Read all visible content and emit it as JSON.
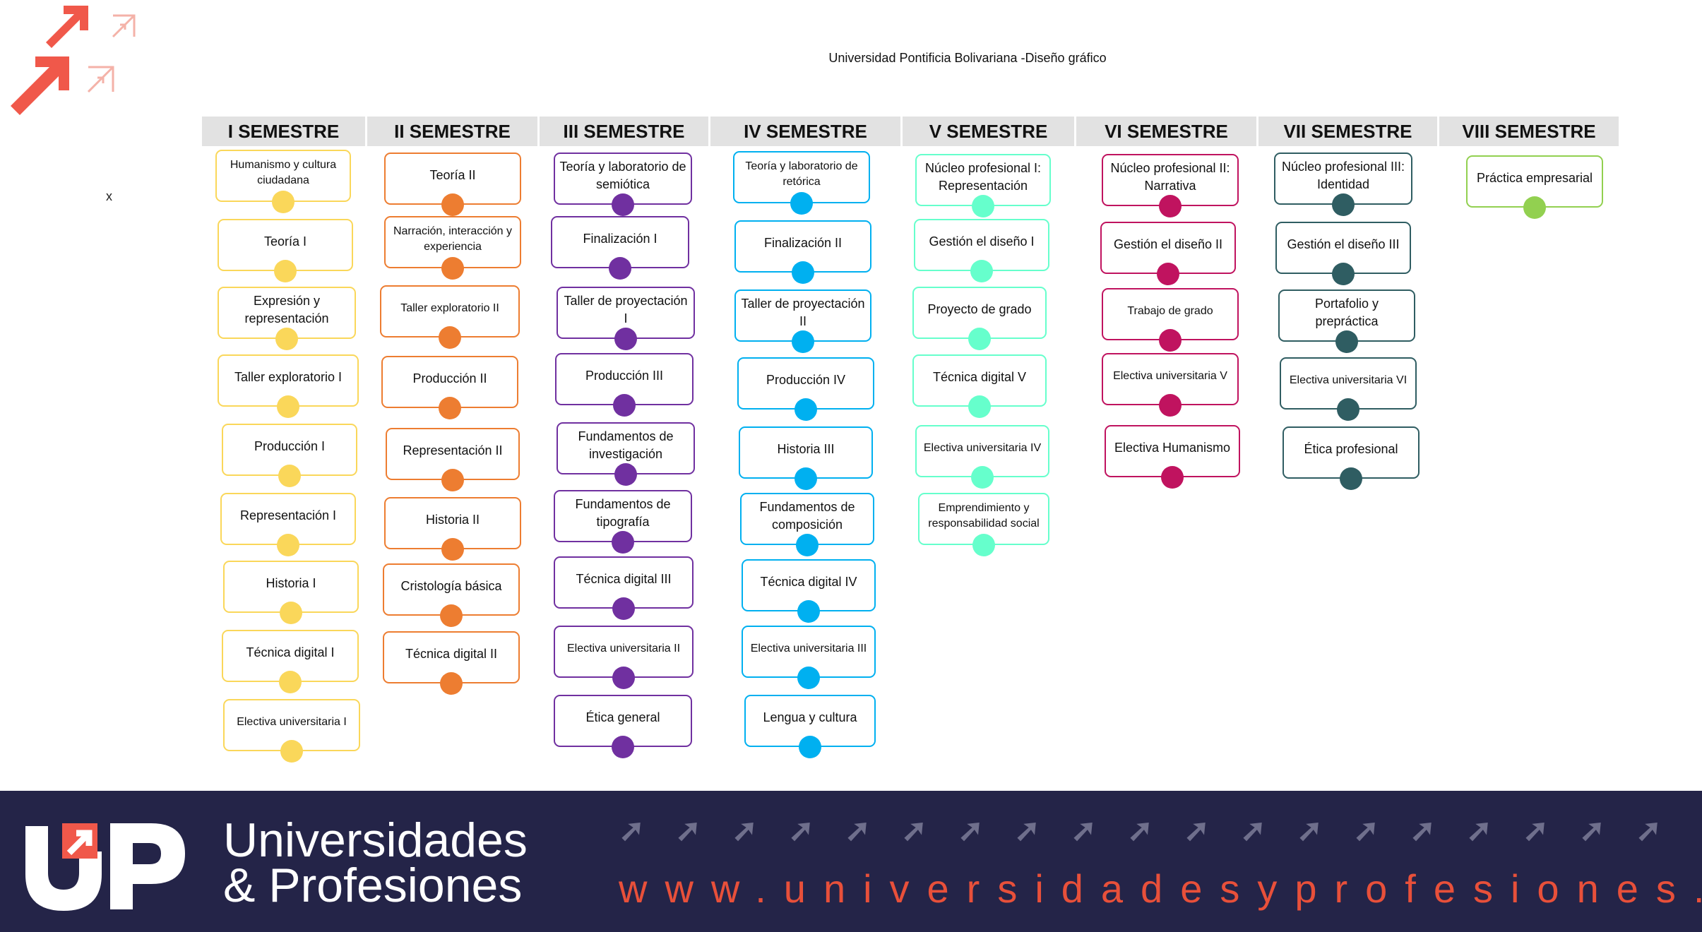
{
  "title": "Universidad Pontificia Bolivariana -Diseño gráfico",
  "stray_mark": "x",
  "semesters": [
    {
      "header": "I SEMESTRE",
      "color": "#fad75a",
      "courses": [
        "Humanismo y cultura ciudadana",
        "Teoría I",
        "Expresión y representación",
        "Taller exploratorio I",
        "Producción I",
        "Representación I",
        "Historia I",
        "Técnica digital I",
        "Electiva universitaria I"
      ]
    },
    {
      "header": "II SEMESTRE",
      "color": "#ed7d31",
      "courses": [
        "Teoría II",
        "Narración, interacción y experiencia",
        "Taller exploratorio II",
        "Producción II",
        "Representación II",
        "Historia II",
        "Cristología básica",
        "Técnica digital II"
      ]
    },
    {
      "header": "III SEMESTRE",
      "color": "#7030a0",
      "courses": [
        "Teoría y laboratorio de semiótica",
        "Finalización I",
        "Taller de proyectación I",
        "Producción III",
        "Fundamentos de investigación",
        "Fundamentos de tipografía",
        "Técnica digital III",
        "Electiva universitaria II",
        "Ética general"
      ]
    },
    {
      "header": "IV SEMESTRE",
      "color": "#00b0f0",
      "courses": [
        "Teoría y laboratorio de retórica",
        "Finalización II",
        "Taller de proyectación II",
        "Producción IV",
        "Historia III",
        "Fundamentos de composición",
        "Técnica digital IV",
        "Electiva universitaria III",
        "Lengua y cultura"
      ]
    },
    {
      "header": "V SEMESTRE",
      "color": "#66ffcc",
      "courses": [
        "Núcleo profesional I: Representación",
        "Gestión el diseño I",
        "Proyecto de grado",
        "Técnica digital V",
        "Electiva universitaria IV",
        "Emprendimiento y responsabilidad social"
      ]
    },
    {
      "header": "VI SEMESTRE",
      "color": "#c0135f",
      "courses": [
        "Núcleo profesional II: Narrativa",
        "Gestión el diseño II",
        "Trabajo de grado",
        "Electiva universitaria V",
        "Electiva Humanismo"
      ]
    },
    {
      "header": "VII SEMESTRE",
      "color": "#2f5d62",
      "courses": [
        "Núcleo profesional III: Identidad",
        "Gestión el diseño III",
        "Portafolio y prepráctica",
        "Electiva universitaria VI",
        "Ética profesional"
      ]
    },
    {
      "header": "VIII SEMESTRE",
      "color": "#92d050",
      "courses": [
        "Práctica empresarial"
      ]
    }
  ],
  "footer": {
    "brand_line1": "Universidades",
    "brand_line2": "& Profesiones",
    "website": "www.universidadesyprofesiones.com",
    "arrow_glyph": "➚",
    "background": "#242448",
    "accent": "#e8503a"
  }
}
